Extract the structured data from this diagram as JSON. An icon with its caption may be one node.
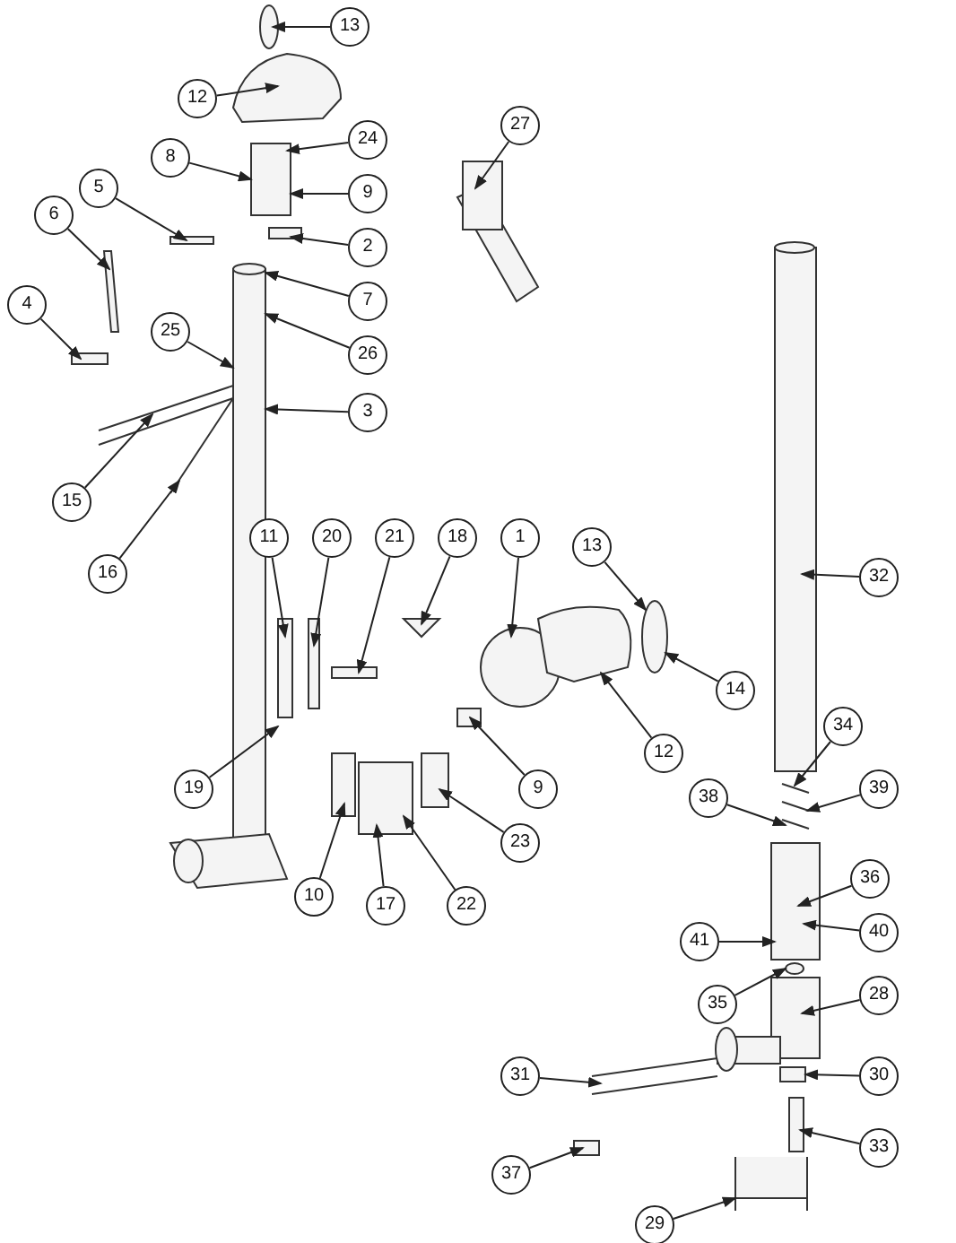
{
  "diagram": {
    "nodes": [
      {
        "text": [
          "13"
        ]
      },
      {
        "text": [
          "12"
        ]
      },
      {
        "text": [
          "27"
        ]
      },
      {
        "text": [
          "24"
        ]
      },
      {
        "text": [
          "8"
        ]
      },
      {
        "text": [
          "9"
        ]
      },
      {
        "text": [
          "5"
        ]
      },
      {
        "text": [
          "2"
        ]
      },
      {
        "text": [
          "6"
        ]
      },
      {
        "text": [
          "4"
        ]
      },
      {
        "text": [
          "7"
        ]
      },
      {
        "text": [
          "25"
        ]
      },
      {
        "text": [
          "26"
        ]
      },
      {
        "text": [
          "15"
        ]
      },
      {
        "text": [
          "3"
        ]
      },
      {
        "text": [
          "16"
        ]
      },
      {
        "text": [
          "11"
        ]
      },
      {
        "text": [
          "32"
        ]
      },
      {
        "text": [
          "18"
        ]
      },
      {
        "text": [
          "20"
        ]
      },
      {
        "text": [
          "1"
        ]
      },
      {
        "text": [
          "13"
        ]
      },
      {
        "text": [
          "21"
        ]
      },
      {
        "text": [
          "14"
        ]
      },
      {
        "text": [
          "12"
        ]
      },
      {
        "text": [
          "9"
        ]
      },
      {
        "text": [
          "34"
        ]
      },
      {
        "text": [
          "23"
        ]
      },
      {
        "text": [
          "19"
        ]
      },
      {
        "text": [
          "39"
        ]
      },
      {
        "text": [
          "38"
        ]
      },
      {
        "text": [
          "10"
        ]
      },
      {
        "text": [
          "22"
        ]
      },
      {
        "text": [
          "36"
        ]
      },
      {
        "text": [
          "17"
        ]
      },
      {
        "text": [
          "40"
        ]
      },
      {
        "text": [
          "41"
        ]
      },
      {
        "text": [
          "28"
        ]
      },
      {
        "text": [
          "35"
        ]
      },
      {
        "text": [
          "30"
        ]
      },
      {
        "text": [
          "31"
        ]
      },
      {
        "text": [
          "33"
        ]
      },
      {
        "text": [
          "37"
        ]
      },
      {
        "text": [
          "29"
        ]
      }
    ],
    "edges": [
      {
        "from": 0,
        "to": null,
        "arrow": "to"
      },
      {
        "from": 1,
        "to": null,
        "arrow": "to"
      },
      {
        "from": 2,
        "to": null,
        "arrow": "to"
      },
      {
        "from": 3,
        "to": null,
        "arrow": "to"
      },
      {
        "from": 4,
        "to": null,
        "arrow": "to"
      },
      {
        "from": 5,
        "to": null,
        "arrow": "to"
      },
      {
        "from": 6,
        "to": null,
        "arrow": "to"
      },
      {
        "from": 7,
        "to": null,
        "arrow": "to"
      },
      {
        "from": 8,
        "to": null,
        "arrow": "to"
      },
      {
        "from": 9,
        "to": null,
        "arrow": "to"
      },
      {
        "from": 10,
        "to": null,
        "arrow": "to"
      },
      {
        "from": 11,
        "to": null,
        "arrow": "to"
      },
      {
        "from": 12,
        "to": null,
        "arrow": "to"
      },
      {
        "from": 13,
        "to": null,
        "arrow": "to"
      },
      {
        "from": 14,
        "to": null,
        "arrow": "to"
      },
      {
        "from": 15,
        "to": null,
        "arrow": "to"
      },
      {
        "from": 16,
        "to": null,
        "arrow": "to"
      },
      {
        "from": 17,
        "to": null,
        "arrow": "to"
      },
      {
        "from": 18,
        "to": null,
        "arrow": "to"
      },
      {
        "from": 19,
        "to": null,
        "arrow": "to"
      },
      {
        "from": 20,
        "to": null,
        "arrow": "to"
      },
      {
        "from": 21,
        "to": null,
        "arrow": "to"
      },
      {
        "from": 22,
        "to": null,
        "arrow": "to"
      },
      {
        "from": 23,
        "to": null,
        "arrow": "to"
      },
      {
        "from": 24,
        "to": null,
        "arrow": "to"
      },
      {
        "from": 25,
        "to": null,
        "arrow": "to"
      },
      {
        "from": 26,
        "to": null,
        "arrow": "to"
      },
      {
        "from": 27,
        "to": null,
        "arrow": "to"
      },
      {
        "from": 28,
        "to": null,
        "arrow": "to"
      },
      {
        "from": 29,
        "to": null,
        "arrow": "to"
      },
      {
        "from": 30,
        "to": null,
        "arrow": "to"
      },
      {
        "from": 31,
        "to": null,
        "arrow": "to"
      },
      {
        "from": 32,
        "to": null,
        "arrow": "to"
      },
      {
        "from": 33,
        "to": null,
        "arrow": "to"
      },
      {
        "from": 34,
        "to": null,
        "arrow": "to"
      },
      {
        "from": 35,
        "to": null,
        "arrow": "to"
      },
      {
        "from": 36,
        "to": null,
        "arrow": "to"
      },
      {
        "from": 37,
        "to": null,
        "arrow": "to"
      },
      {
        "from": 38,
        "to": null,
        "arrow": "to"
      },
      {
        "from": 39,
        "to": null,
        "arrow": "to"
      },
      {
        "from": 40,
        "to": null,
        "arrow": "to"
      },
      {
        "from": 41,
        "to": null,
        "arrow": "to"
      },
      {
        "from": 42,
        "to": null,
        "arrow": "to"
      },
      {
        "from": 43,
        "to": null,
        "arrow": "to"
      }
    ]
  }
}
